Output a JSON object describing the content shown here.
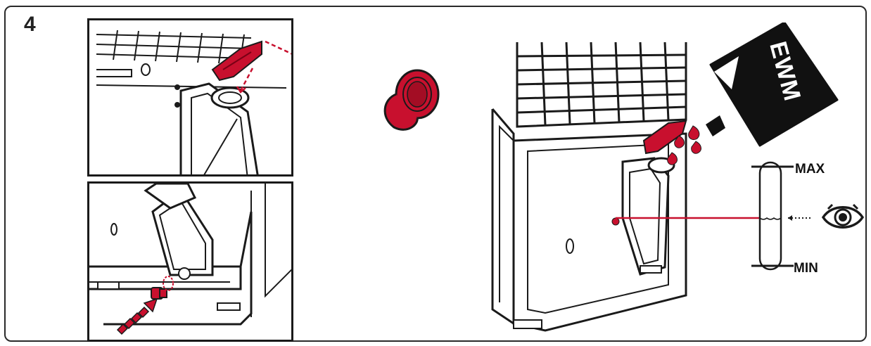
{
  "step_number": "4",
  "gauge": {
    "max_label": "MAX",
    "min_label": "MIN"
  },
  "container": {
    "brand_label": "EWM"
  },
  "colors": {
    "accent_red": "#c8102e",
    "ink": "#1a1a1a",
    "frame": "#2a2a2a"
  },
  "icons": [
    "cap-icon",
    "eye-icon",
    "arrow-icon",
    "drop-icon",
    "bottle-icon"
  ]
}
